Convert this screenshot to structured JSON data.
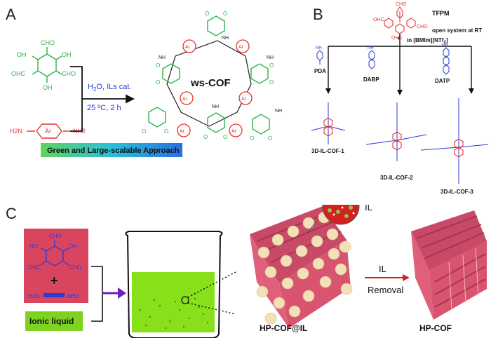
{
  "panel_a": {
    "letter": "A",
    "aldehyde": {
      "top": "CHO",
      "left_oh": "OH",
      "right_oh": "OH",
      "bl": "OHC",
      "br": "CHO",
      "bottom": "OH"
    },
    "amine": {
      "left": "H2N",
      "ring": "Ar",
      "right": "NH2"
    },
    "conditions": {
      "line1_h": "H",
      "line1_2": "2",
      "line1_rest": "O, ILs cat.",
      "line2": "25 ºC, 2 h"
    },
    "product_label": "ws-COF",
    "ring_label": "Ar",
    "nh": "NH",
    "banner": "Green and Large-scalable Approach"
  },
  "panel_b": {
    "letter": "B",
    "monomer": "TFPM",
    "cho": "CHO",
    "ohc": "OHC",
    "plus": "+",
    "cond1": "open system at RT",
    "cond2": "in [BMIm][NTf",
    "cond2_sub": "2",
    "cond2_end": "]",
    "amines": [
      "PDA",
      "DABP",
      "DATP"
    ],
    "nh2": "NH",
    "products": [
      "3D-IL-COF-1",
      "3D-IL-COF-2",
      "3D-IL-COF-3"
    ]
  },
  "panel_c": {
    "letter": "C",
    "cho": "CHO",
    "ho": "HO",
    "oh": "OH",
    "ohc": "OHC",
    "plus": "+",
    "h2n": "H2N",
    "nh2": "NH2",
    "ionic_label": "Ionic liquid",
    "il_bubble": "IL",
    "removal_top": "IL",
    "removal_bottom": "Removal",
    "left_product": "HP-COF@IL",
    "right_product": "HP-COF"
  },
  "colors": {
    "green": "#2bb24c",
    "red": "#e8312e",
    "blue": "#2a3bd6",
    "pink_block": "#d9455f",
    "cof_pink": "#e0607a",
    "beads": "#f3e0b8",
    "liquid": "#88e01a",
    "ionic_bg": "#7ed321",
    "arrow_purple": "#6a1fbf"
  }
}
